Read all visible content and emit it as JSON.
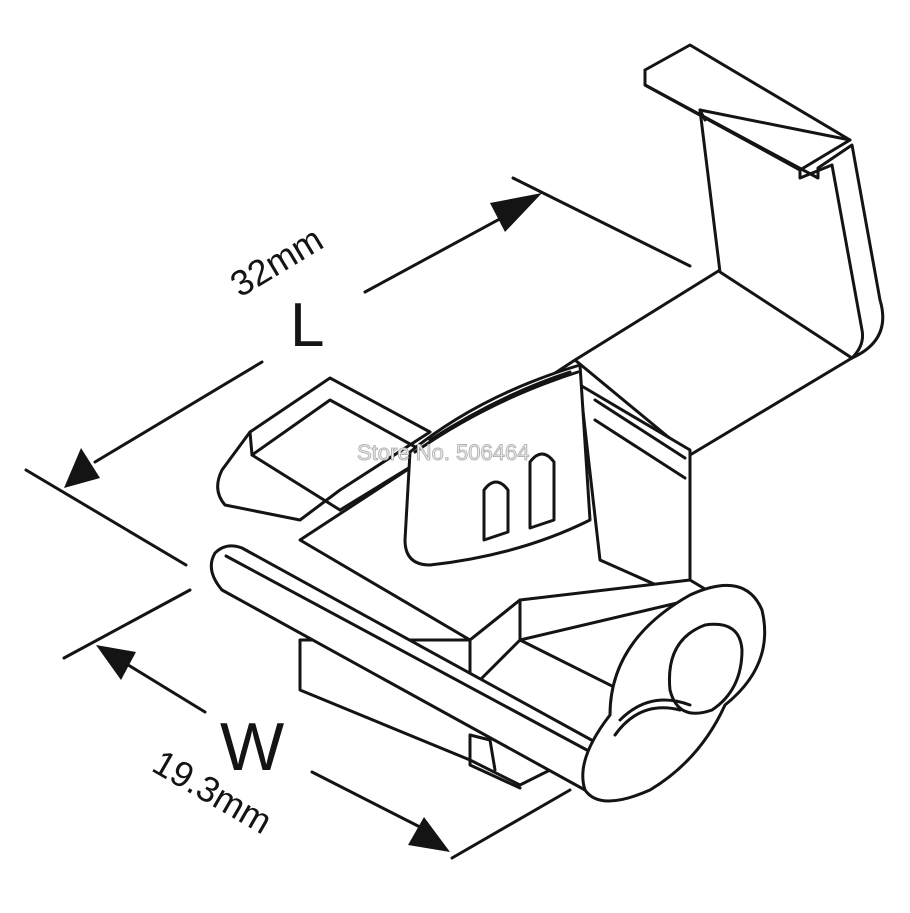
{
  "diagram": {
    "length_symbol": "L",
    "length_value": "32mm",
    "width_symbol": "W",
    "width_value": "19.3mm",
    "watermark": "Store No. 506464"
  },
  "colors": {
    "line": "#141414",
    "background": "#ffffff"
  }
}
